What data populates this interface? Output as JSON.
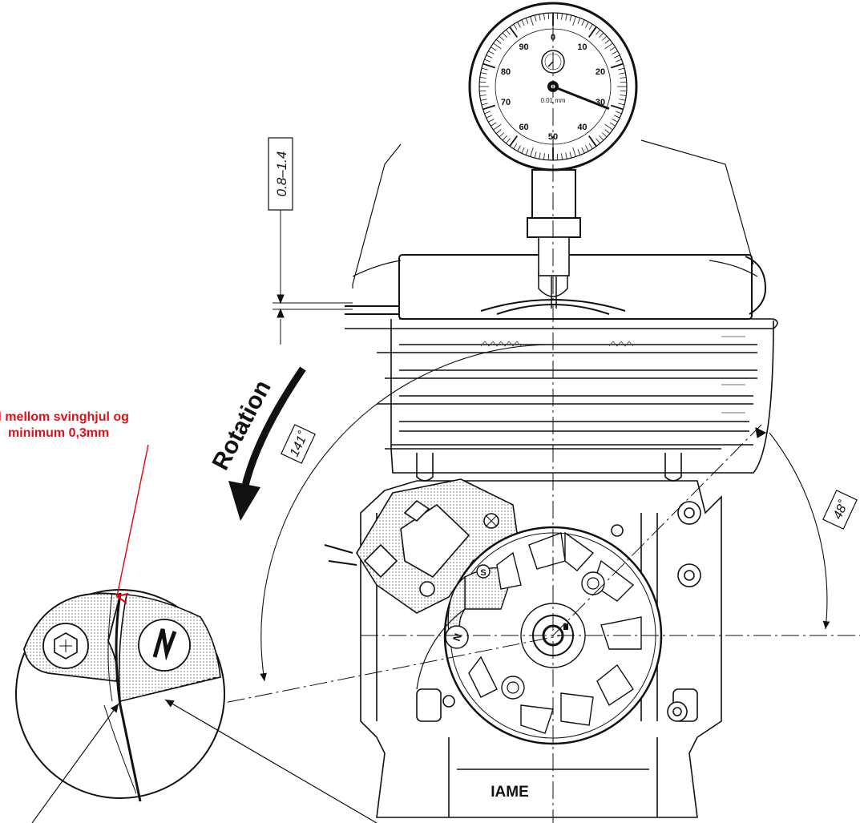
{
  "annotation": {
    "line1": "d mellom svinghjul og",
    "line2": "minimum 0,3mm",
    "color": "#e0101a"
  },
  "labels": {
    "rotation": "Rotation",
    "dimension_clearance": "0.8–1.4",
    "angle_advance": "141˚",
    "angle_window": "48˚",
    "brand": "IAME",
    "magnet_pole_s": "S",
    "magnet_pole_n": "N"
  },
  "dial_gauge": {
    "scale_numbers": [
      "0",
      "10",
      "20",
      "30",
      "40",
      "50",
      "60",
      "70",
      "80",
      "90"
    ],
    "unit": "0.01 mm",
    "needle_reading": 31
  },
  "colors": {
    "line": "#111111",
    "background": "#ffffff",
    "stipple": "#bcbcbc"
  }
}
